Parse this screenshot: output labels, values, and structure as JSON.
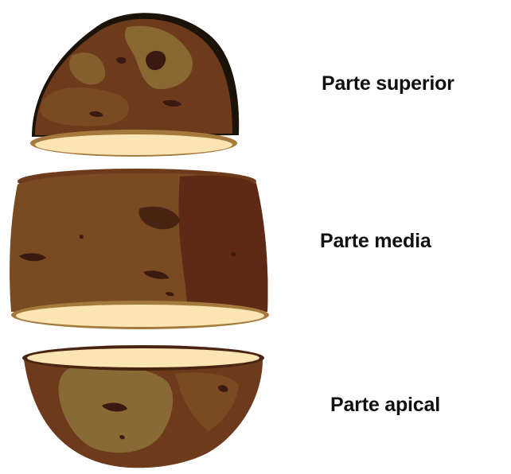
{
  "labels": {
    "top": "Parte superior",
    "middle": "Parte media",
    "bottom": "Parte apical"
  },
  "colors": {
    "skin_dark": "#3a1a10",
    "skin_main": "#6e3a1c",
    "skin_mid": "#7a4a22",
    "skin_light": "#8a6a34",
    "skin_shadow": "#4a2412",
    "flesh": "#fbe5b4",
    "flesh_edge": "#a47a3c",
    "outline": "#1b1208"
  }
}
